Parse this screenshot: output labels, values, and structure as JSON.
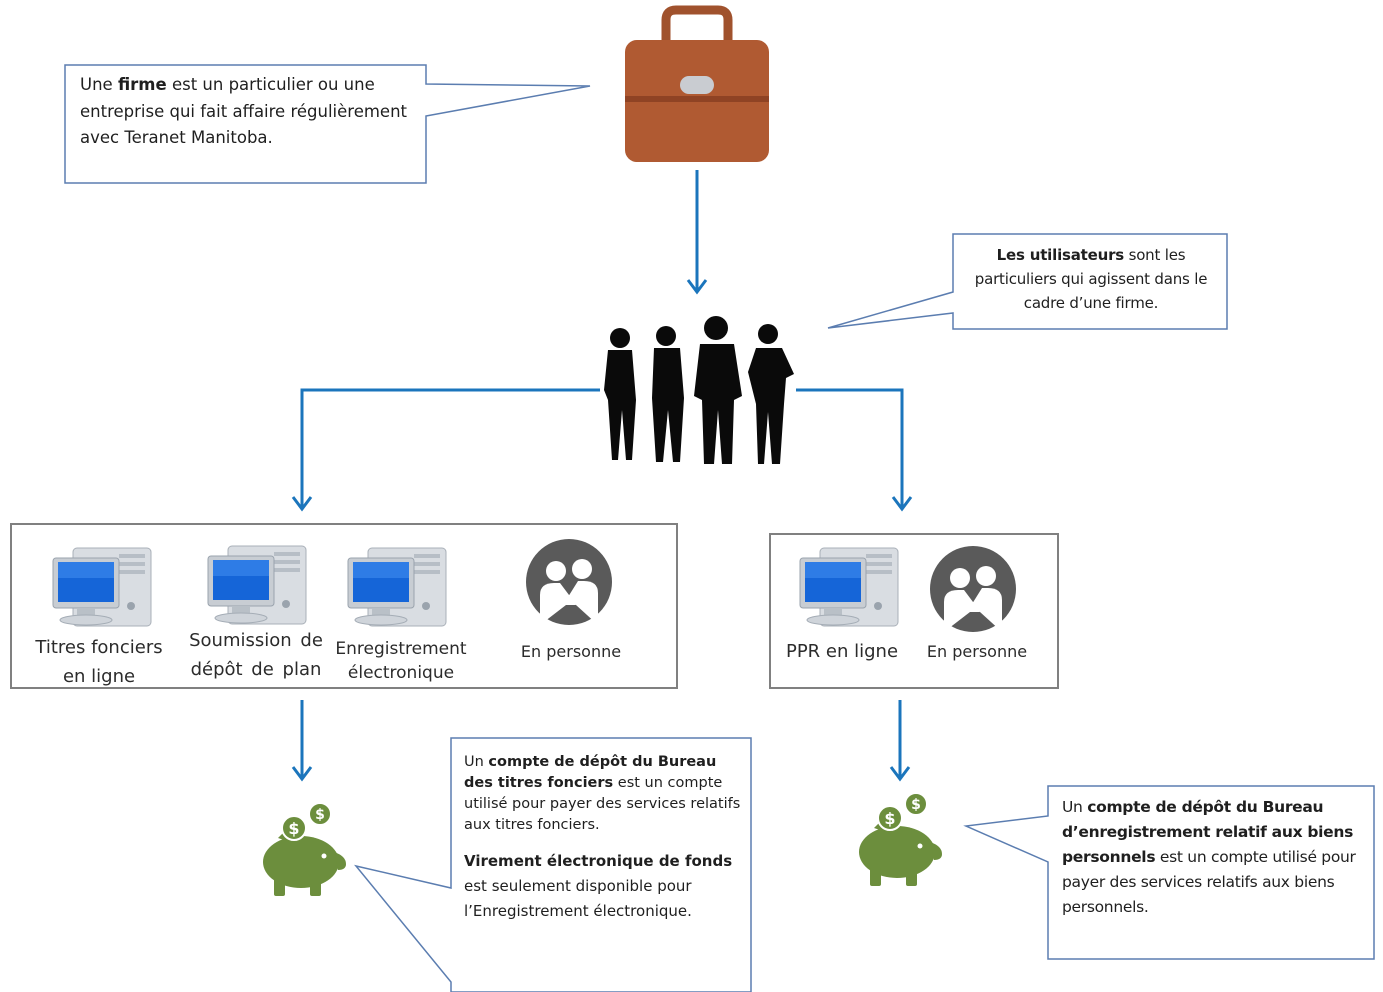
{
  "callouts": {
    "firm": {
      "pre": "Une ",
      "bold": "firme",
      "post": " est un particulier ou une entreprise qui fait affaire régulièrement avec Teranet Manitoba."
    },
    "users": {
      "bold": "Les utilisateurs",
      "post": " sont les particuliers qui agissent dans le cadre d’une firme."
    },
    "land_deposit": {
      "pre": "Un ",
      "bold": "compte de dépôt du Bureau des titres fonciers",
      "post": " est un compte utilisé pour payer des services relatifs aux titres fonciers.",
      "eft_bold": "Virement électronique de fonds",
      "eft_post": " est seulement disponible pour l’Enregistrement électronique."
    },
    "ppr_deposit": {
      "pre": "Un ",
      "bold": "compte de dépôt du Bureau d’enregistrement relatif aux biens personnels",
      "post": " est un compte utilisé pour payer des services relatifs aux biens personnels."
    }
  },
  "land_services": [
    {
      "label": "Titres fonciers en ligne",
      "icon": "computer-icon"
    },
    {
      "label": "Soumission de dépôt de plan",
      "icon": "computer-icon"
    },
    {
      "label": "Enregistrement électronique",
      "icon": "computer-icon"
    },
    {
      "label": "En personne",
      "icon": "handshake-icon"
    }
  ],
  "ppr_services": [
    {
      "label": "PPR en ligne",
      "icon": "computer-icon"
    },
    {
      "label": "En personne",
      "icon": "handshake-icon"
    }
  ],
  "colors": {
    "arrow": "#1b75bc",
    "briefcase": "#b05a32",
    "piggy": "#6c8e3d",
    "callout_border": "#5b7db0",
    "box_border": "#7f7f7f"
  }
}
